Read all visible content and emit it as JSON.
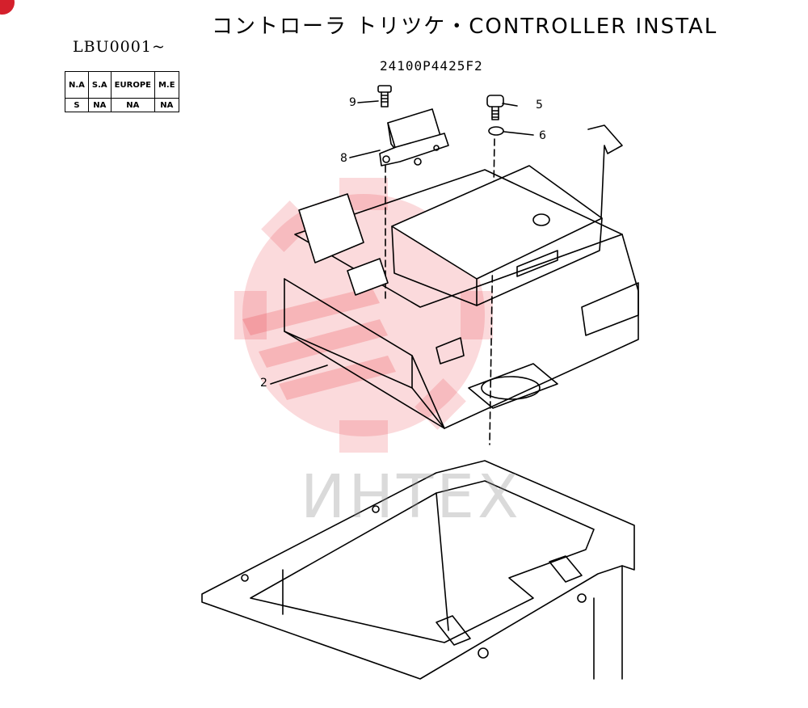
{
  "title": "コントローラ トリツケ・CONTROLLER INSTAL",
  "serial": "LBU0001~",
  "part_number": "24100P4425F2",
  "availability": {
    "headers": [
      "N.A",
      "S.A",
      "EUROPE",
      "M.E"
    ],
    "values": [
      "S",
      "NA",
      "NA",
      "NA"
    ]
  },
  "callouts": {
    "c9": "9",
    "c8": "8",
    "c5": "5",
    "c6": "6",
    "c2": "2"
  },
  "watermark": {
    "text": "ИНТЕХ",
    "color": "#e8323c"
  }
}
